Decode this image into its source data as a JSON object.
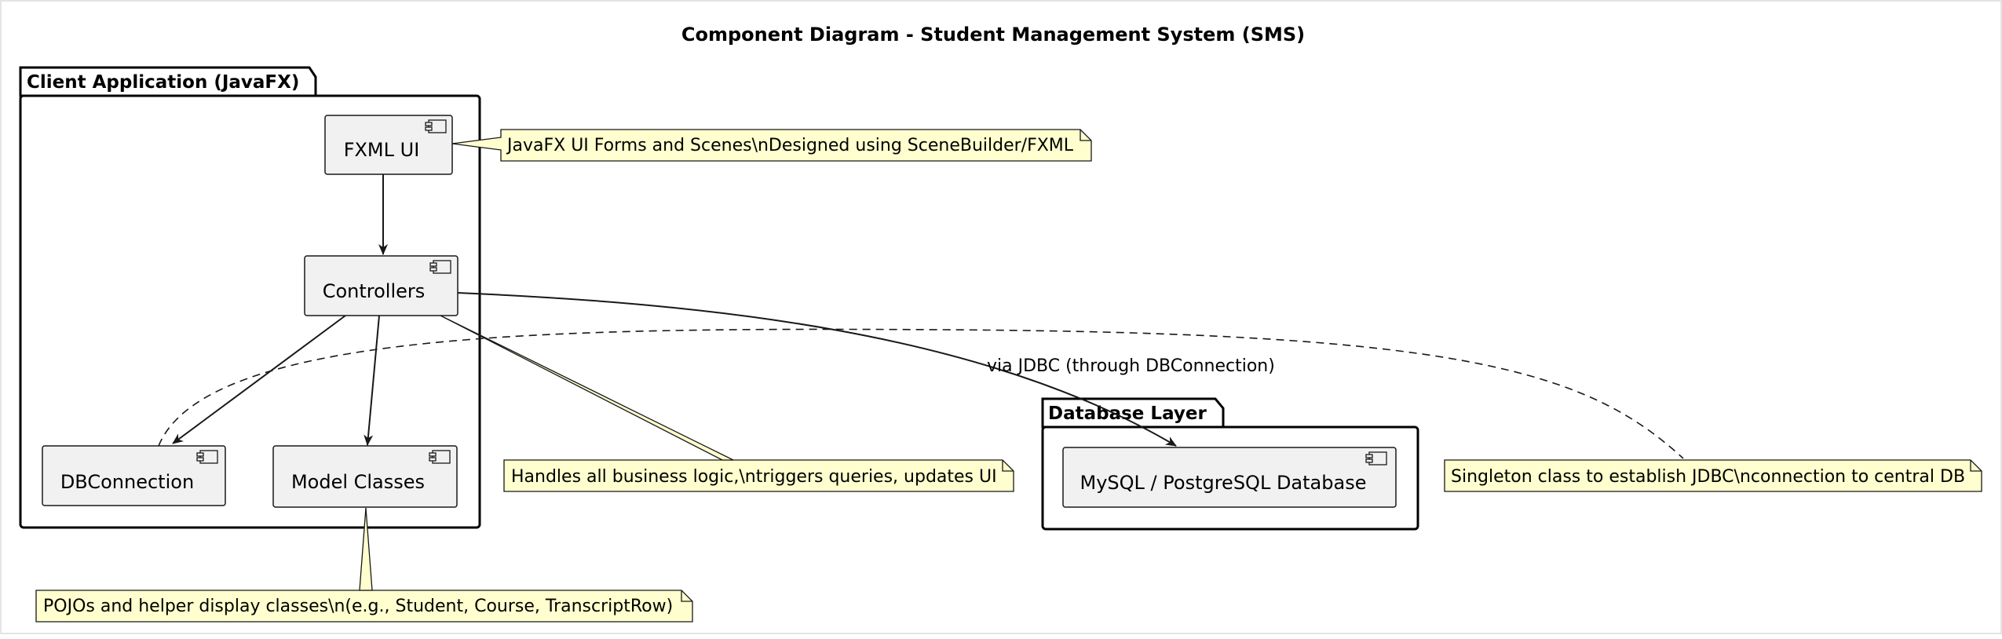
{
  "title": "Component Diagram - Student Management System (SMS)",
  "packages": {
    "client": {
      "label": "Client Application (JavaFX)"
    },
    "database": {
      "label": "Database Layer"
    }
  },
  "components": {
    "fxml_ui": {
      "label": "FXML UI"
    },
    "controllers": {
      "label": "Controllers"
    },
    "db_connection": {
      "label": "DBConnection"
    },
    "model_classes": {
      "label": "Model Classes"
    },
    "database": {
      "label": "MySQL / PostgreSQL Database"
    }
  },
  "notes": {
    "fxml": {
      "text": "JavaFX UI Forms and Scenes\\nDesigned using SceneBuilder/FXML"
    },
    "controllers": {
      "text": "Handles all business logic,\\ntriggers queries, updates UI"
    },
    "dbconnection": {
      "text": "Singleton class to establish JDBC\\nconnection to central DB"
    },
    "models": {
      "text": "POJOs and helper display classes\\n(e.g., Student, Course, TranscriptRow)"
    }
  },
  "edges": {
    "jdbc_label": "via JDBC (through DBConnection)"
  },
  "colors": {
    "component_fill": "#f1f1f1",
    "component_stroke": "#181818",
    "note_fill": "#fefece",
    "line": "#181818"
  }
}
